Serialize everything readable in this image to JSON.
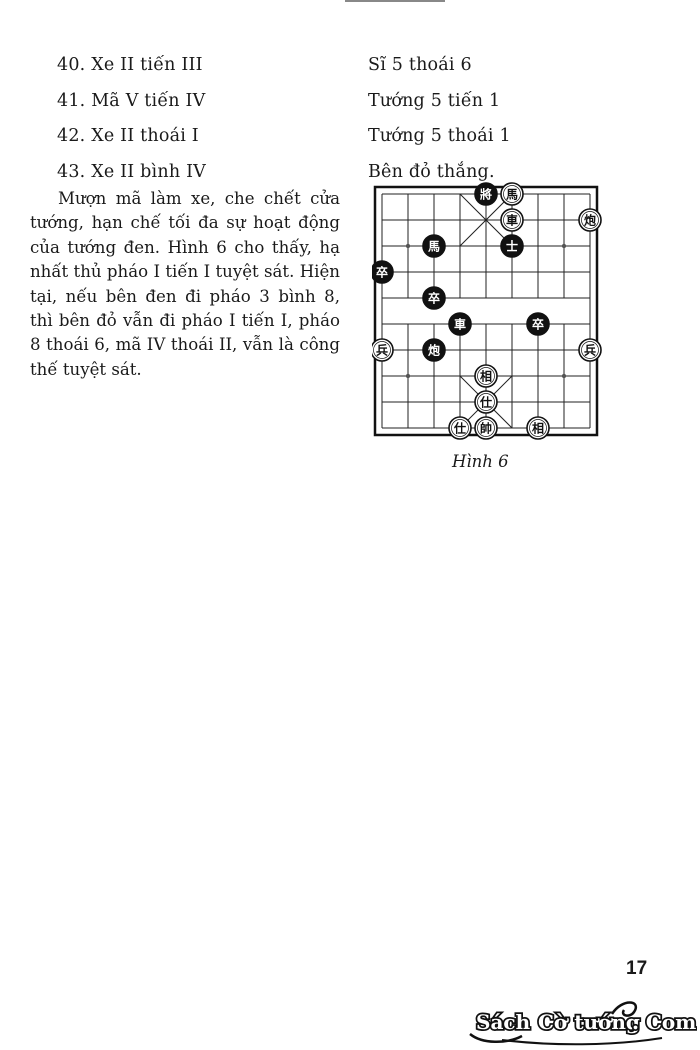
{
  "moves_left": [
    "40. Xe II tiến III",
    "41. Mã V tiến IV",
    "42. Xe II thoái I",
    "43. Xe II bình IV"
  ],
  "moves_right": [
    "Sĩ 5 thoái 6",
    "Tướng 5 tiến 1",
    "Tướng 5 thoái 1",
    "Bên đỏ thắng."
  ],
  "paragraph": "Mượn mã làm xe, che chết cửa tướng, hạn chế tối đa sự hoạt động của tướng đen. Hình 6 cho thấy, hạ nhất thủ pháo I tiến I tuyệt sát. Hiện tại, nếu bên đen đi pháo 3 bình 8, thì bên đỏ vẫn đi pháo I tiến I, pháo 8 thoái 6, mã IV thoái II, vẫn là công thế tuyệt sát.",
  "figure": {
    "caption": "Hình 6",
    "pieces": [
      {
        "col": 4,
        "row": 0,
        "char": "將",
        "side": "black"
      },
      {
        "col": 5,
        "row": 0,
        "char": "馬",
        "side": "red"
      },
      {
        "col": 5,
        "row": 1,
        "char": "車",
        "side": "red"
      },
      {
        "col": 8,
        "row": 1,
        "char": "炮",
        "side": "red"
      },
      {
        "col": 2,
        "row": 2,
        "char": "馬",
        "side": "black"
      },
      {
        "col": 5,
        "row": 2,
        "char": "士",
        "side": "black"
      },
      {
        "col": 0,
        "row": 3,
        "char": "卒",
        "side": "black"
      },
      {
        "col": 2,
        "row": 4,
        "char": "卒",
        "side": "black"
      },
      {
        "col": 3,
        "row": 5,
        "char": "車",
        "side": "black"
      },
      {
        "col": 6,
        "row": 5,
        "char": "卒",
        "side": "black"
      },
      {
        "col": 0,
        "row": 6,
        "char": "兵",
        "side": "red"
      },
      {
        "col": 2,
        "row": 6,
        "char": "炮",
        "side": "black"
      },
      {
        "col": 8,
        "row": 6,
        "char": "兵",
        "side": "red"
      },
      {
        "col": 4,
        "row": 7,
        "char": "相",
        "side": "red"
      },
      {
        "col": 4,
        "row": 8,
        "char": "仕",
        "side": "red"
      },
      {
        "col": 3,
        "row": 9,
        "char": "仕",
        "side": "red"
      },
      {
        "col": 4,
        "row": 9,
        "char": "帥",
        "side": "red"
      },
      {
        "col": 6,
        "row": 9,
        "char": "相",
        "side": "red"
      }
    ]
  },
  "page_number": "17",
  "logo": {
    "text_1": "Sách",
    "text_2": "Cờ tướng",
    "text_3": ". Com"
  }
}
